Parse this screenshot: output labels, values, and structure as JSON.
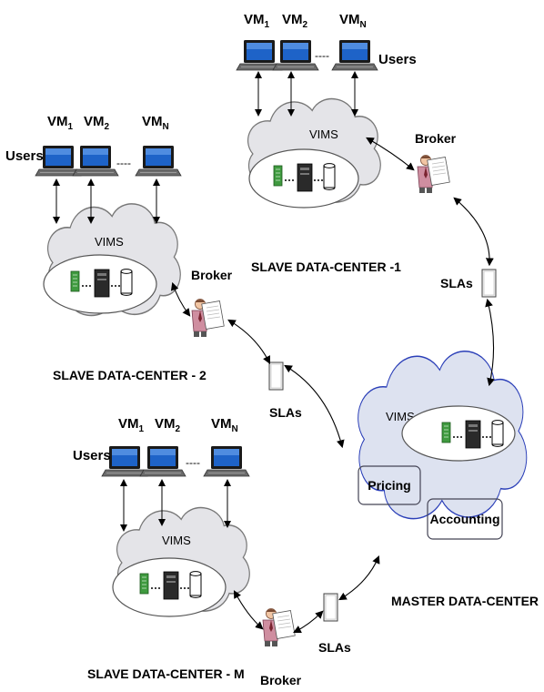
{
  "labels": {
    "users": "Users",
    "vm_prefix": "VM",
    "vm_sub_1": "1",
    "vm_sub_2": "2",
    "vm_sub_n": "N",
    "dots": "----",
    "vims": "VIMS",
    "broker": "Broker",
    "slas": "SLAs"
  },
  "centers": {
    "slave1": "SLAVE  DATA-CENTER -1",
    "slave2": "SLAVE  DATA-CENTER - 2",
    "slaveM": "SLAVE  DATA-CENTER - M",
    "master": "MASTER  DATA-CENTER"
  },
  "master": {
    "pricing": "Pricing",
    "accounting": "Accounting"
  },
  "colors": {
    "cloud_fill": "#e4e4e8",
    "master_cloud_fill": "#dde2f0",
    "master_cloud_stroke": "#2b3fb8",
    "screen": "#1e63c8",
    "broker_shirt": "#cf8ea0"
  }
}
